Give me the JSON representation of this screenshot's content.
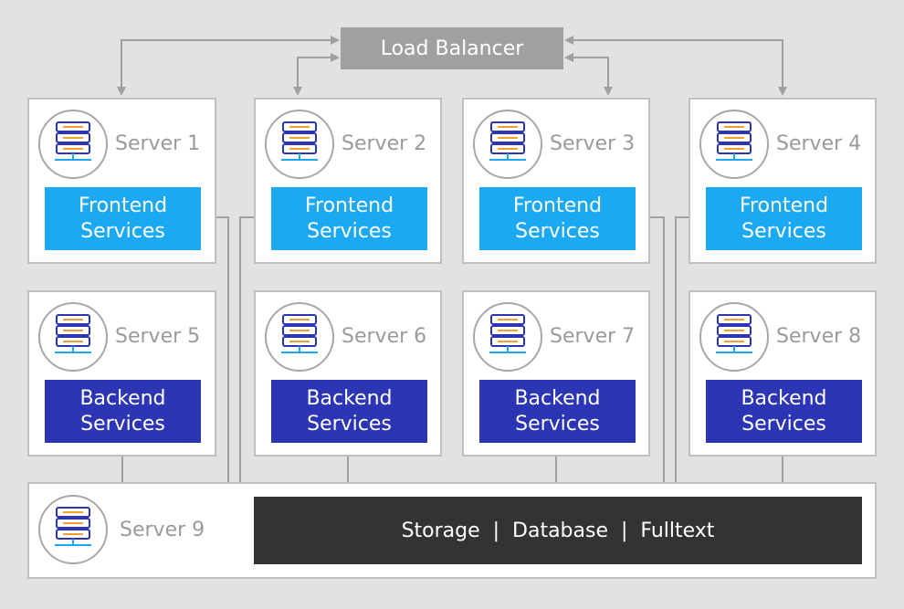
{
  "load_balancer": {
    "label": "Load Balancer"
  },
  "frontend_servers": [
    {
      "label": "Server 1",
      "service_line1": "Frontend",
      "service_line2": "Services"
    },
    {
      "label": "Server 2",
      "service_line1": "Frontend",
      "service_line2": "Services"
    },
    {
      "label": "Server 3",
      "service_line1": "Frontend",
      "service_line2": "Services"
    },
    {
      "label": "Server 4",
      "service_line1": "Frontend",
      "service_line2": "Services"
    }
  ],
  "backend_servers": [
    {
      "label": "Server 5",
      "service_line1": "Backend",
      "service_line2": "Services"
    },
    {
      "label": "Server 6",
      "service_line1": "Backend",
      "service_line2": "Services"
    },
    {
      "label": "Server 7",
      "service_line1": "Backend",
      "service_line2": "Services"
    },
    {
      "label": "Server 8",
      "service_line1": "Backend",
      "service_line2": "Services"
    }
  ],
  "storage_server": {
    "label": "Server 9",
    "services": "Storage  |  Database  |  Fulltext"
  },
  "colors": {
    "background": "#e2e2e2",
    "connector": "#a0a0a0",
    "frontend": "#1aa9f2",
    "backend": "#2c35b3",
    "storage": "#333333",
    "icon_accent": "#f0a030",
    "icon_network": "#1aa9f2"
  }
}
